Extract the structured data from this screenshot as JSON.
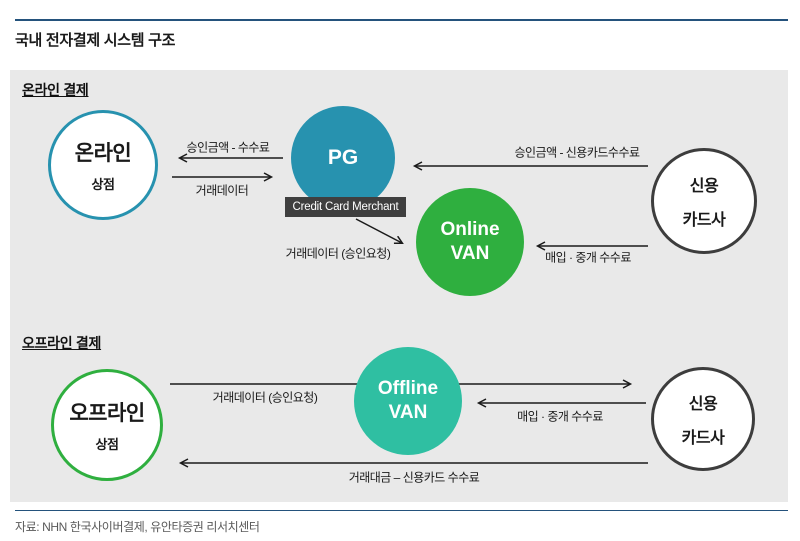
{
  "page": {
    "title": "국내 전자결제 시스템 구조",
    "source": "자료: NHN 한국사이버결제, 유안타증권 리서치센터"
  },
  "colors": {
    "rule_navy": "#24527c",
    "panel_gray": "#e9e9e9",
    "pg_teal": "#2792af",
    "online_van_green": "#2faf3f",
    "offline_van_mint": "#2fbfa2",
    "card_border_dark": "#3d3d3d",
    "badge_dark": "#3f3f3f"
  },
  "online": {
    "header": "온라인 결제",
    "merchant": {
      "title": "온라인",
      "subtitle": "상점"
    },
    "pg": {
      "title": "PG",
      "badge": "Credit Card Merchant"
    },
    "van": {
      "title": "Online",
      "subtitle": "VAN"
    },
    "card": {
      "title": "신용",
      "subtitle": "카드사"
    },
    "flow_amount_minus_fee": "승인금액 - 수수료",
    "flow_txdata": "거래데이터",
    "flow_amount_card_fee": "승인금액 - 신용카드수수료",
    "flow_acquiring_fee": "매입 · 중개 수수료",
    "flow_txdata_request": "거래데이터 (승인요청)"
  },
  "offline": {
    "header": "오프라인 결제",
    "merchant": {
      "title": "오프라인",
      "subtitle": "상점"
    },
    "van": {
      "title": "Offline",
      "subtitle": "VAN"
    },
    "card": {
      "title": "신용",
      "subtitle": "카드사"
    },
    "flow_txdata_request": "거래데이터 (승인요청)",
    "flow_acquiring_fee": "매입 · 중개 수수료",
    "flow_payment_minus_fee": "거래대금 – 신용카드 수수료"
  }
}
